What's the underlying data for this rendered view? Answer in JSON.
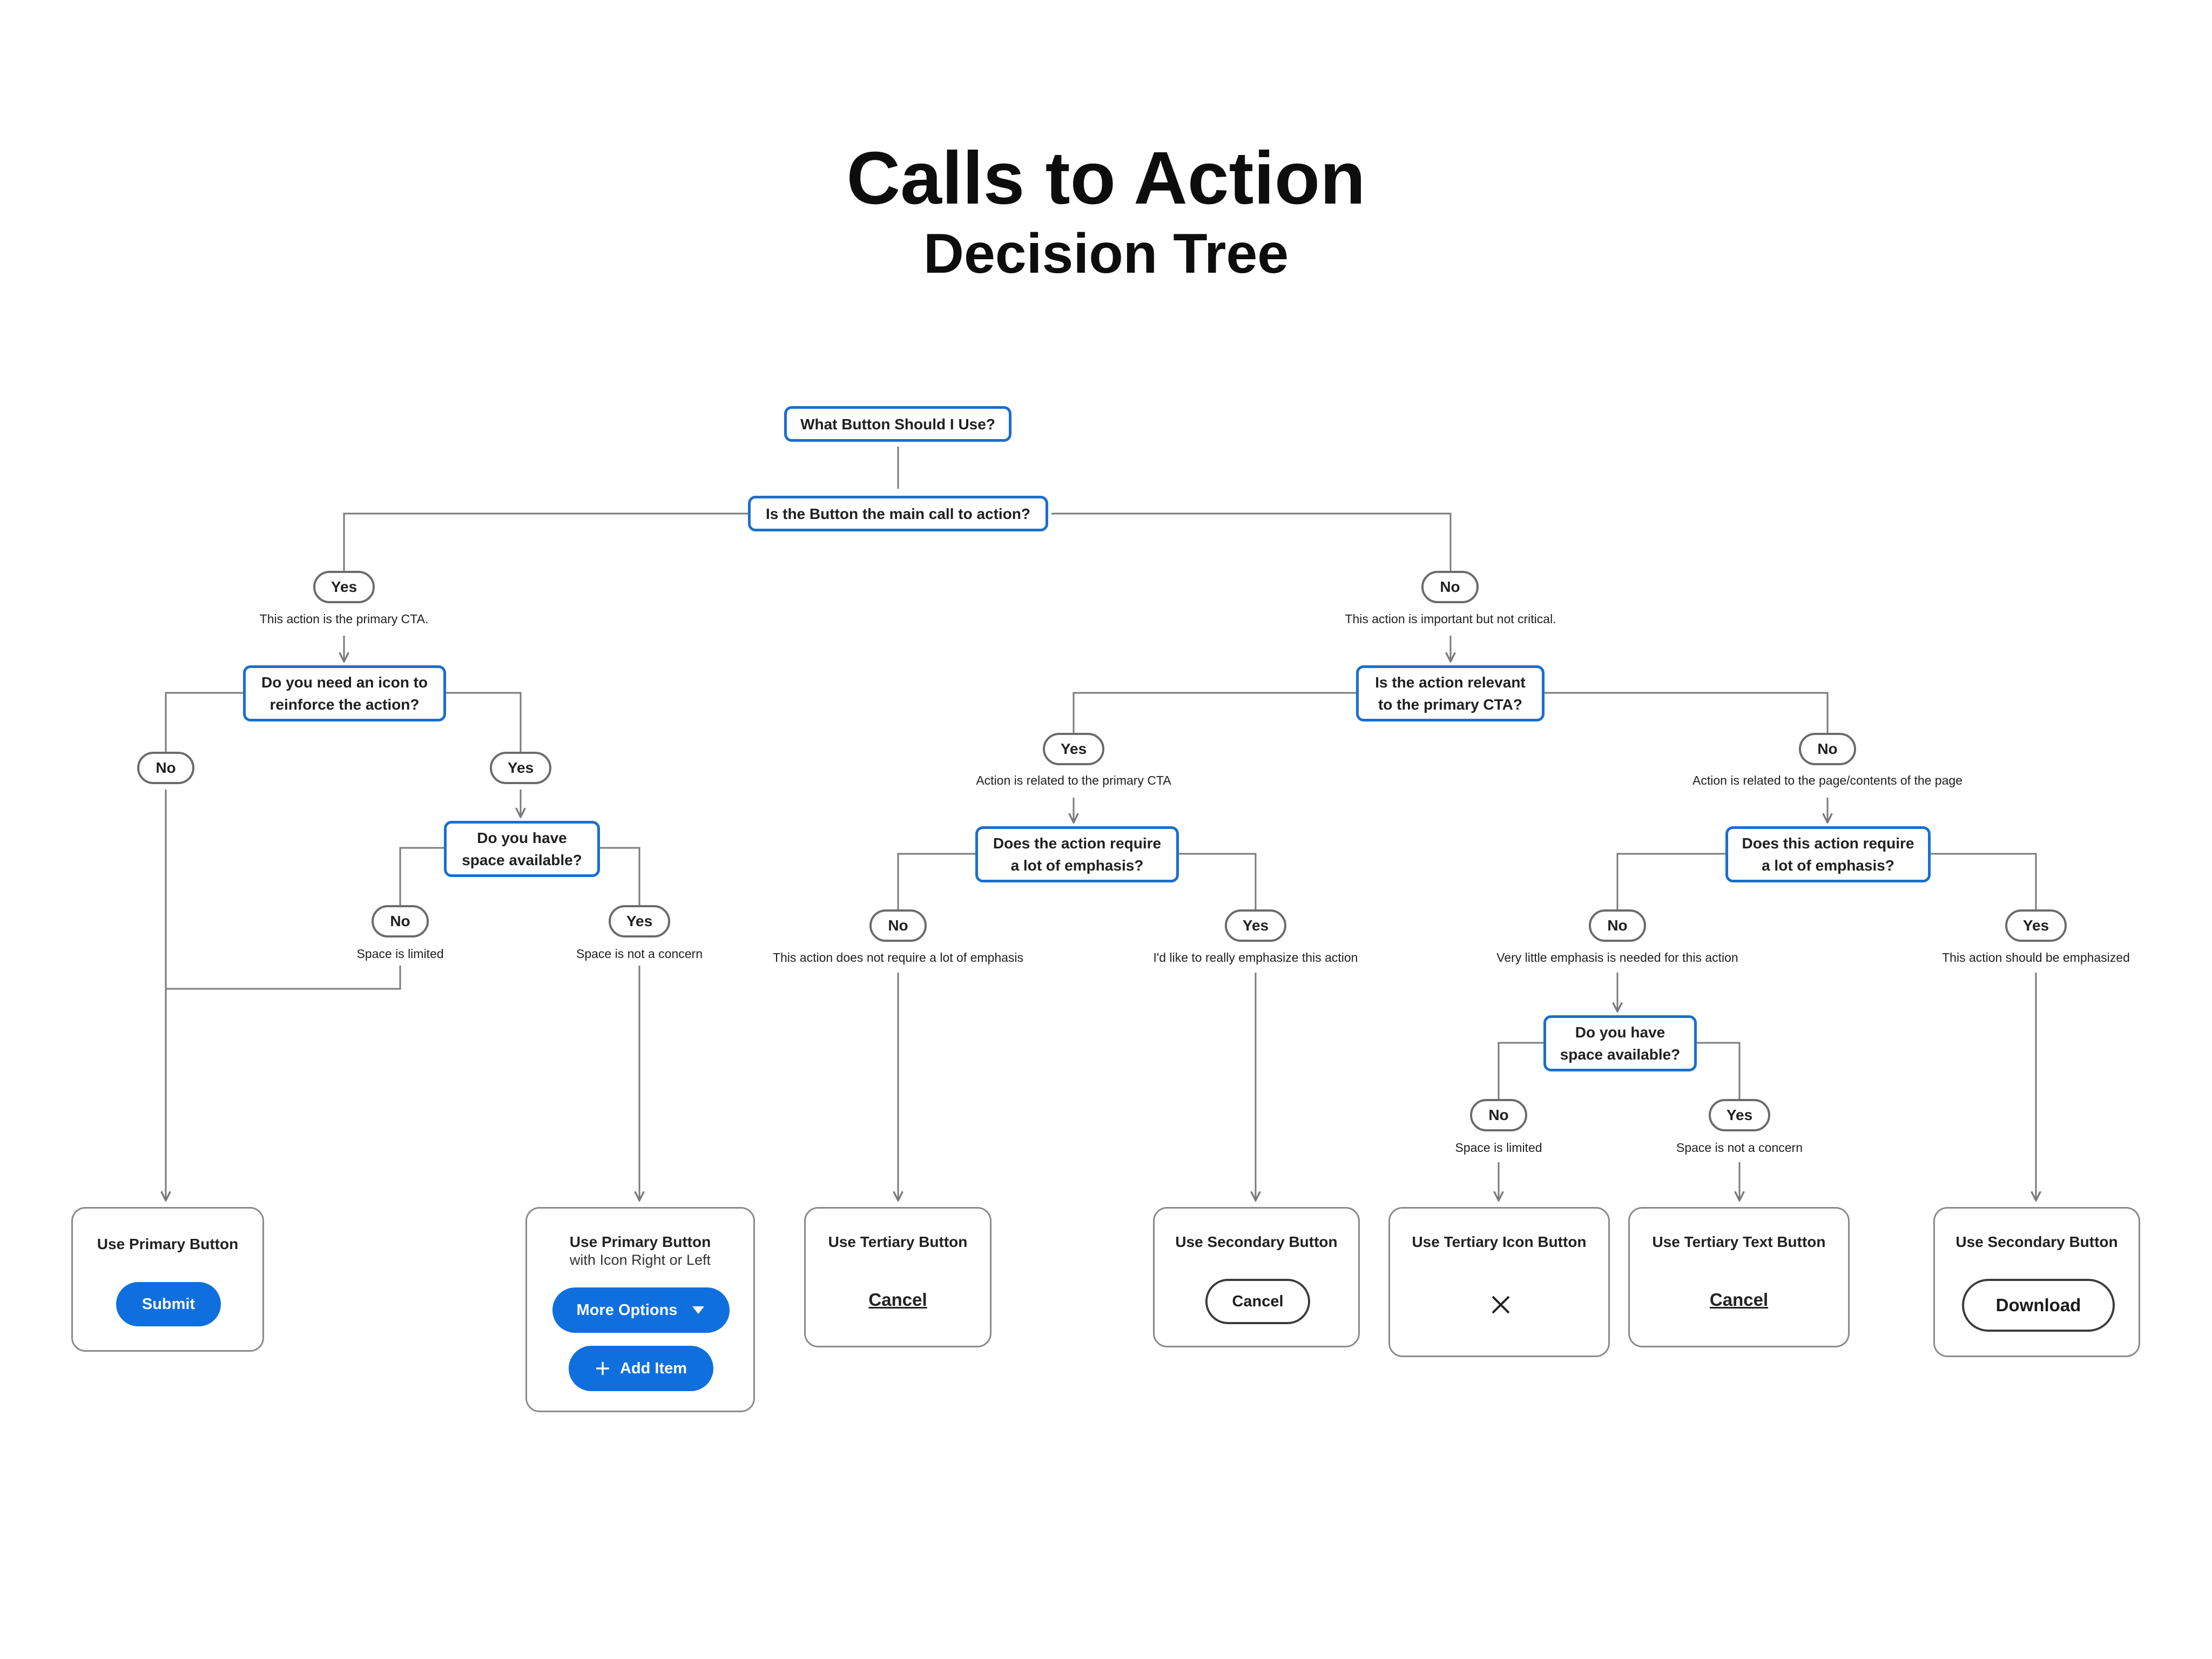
{
  "title": "Calls to Action",
  "subtitle": "Decision Tree",
  "colors": {
    "accent": "#1a6fcf",
    "primary_button": "#0f6fde",
    "connector": "#7a7a7a"
  },
  "nodes": {
    "start": "What Button Should I Use?",
    "main_cta": "Is the Button the main call to action?",
    "need_icon": "Do you need an icon to\nreinforce the action?",
    "space_left": "Do you have\nspace available?",
    "relevant": "Is the action relevant\nto the primary CTA?",
    "emphasis_related": "Does the action require\na lot of emphasis?",
    "emphasis_page": "Does this action require\na lot of emphasis?",
    "space_right": "Do you have\nspace available?"
  },
  "answers": {
    "yes_main": {
      "label": "Yes",
      "note": "This action is the primary CTA."
    },
    "no_main": {
      "label": "No",
      "note": "This action is important but not critical."
    },
    "no_icon": {
      "label": "No",
      "note": ""
    },
    "yes_icon": {
      "label": "Yes",
      "note": ""
    },
    "no_space_left": {
      "label": "No",
      "note": "Space is limited"
    },
    "yes_space_left": {
      "label": "Yes",
      "note": "Space is not a concern"
    },
    "yes_relevant": {
      "label": "Yes",
      "note": "Action is related to the primary CTA"
    },
    "no_relevant": {
      "label": "No",
      "note": "Action is related to the page/contents of the page"
    },
    "no_emph_related": {
      "label": "No",
      "note": "This action does not require a lot of emphasis"
    },
    "yes_emph_related": {
      "label": "Yes",
      "note": "I'd like to really emphasize this action"
    },
    "no_emph_page": {
      "label": "No",
      "note": "Very little emphasis is needed for this action"
    },
    "yes_emph_page": {
      "label": "Yes",
      "note": "This action should be emphasized"
    },
    "no_space_right": {
      "label": "No",
      "note": "Space is limited"
    },
    "yes_space_right": {
      "label": "Yes",
      "note": "Space is not a concern"
    }
  },
  "results": {
    "primary": {
      "title": "Use Primary Button",
      "button": "Submit"
    },
    "primary_icon": {
      "title": "Use Primary Button",
      "subtitle": "with Icon Right or Left",
      "button1": "More Options",
      "button2": "Add Item"
    },
    "tertiary": {
      "title": "Use Tertiary Button",
      "button": "Cancel"
    },
    "secondary_a": {
      "title": "Use Secondary Button",
      "button": "Cancel"
    },
    "tertiary_icon": {
      "title": "Use Tertiary Icon Button",
      "icon": "close-icon"
    },
    "tertiary_text": {
      "title": "Use Tertiary Text Button",
      "button": "Cancel"
    },
    "secondary_b": {
      "title": "Use Secondary Button",
      "button": "Download"
    }
  }
}
